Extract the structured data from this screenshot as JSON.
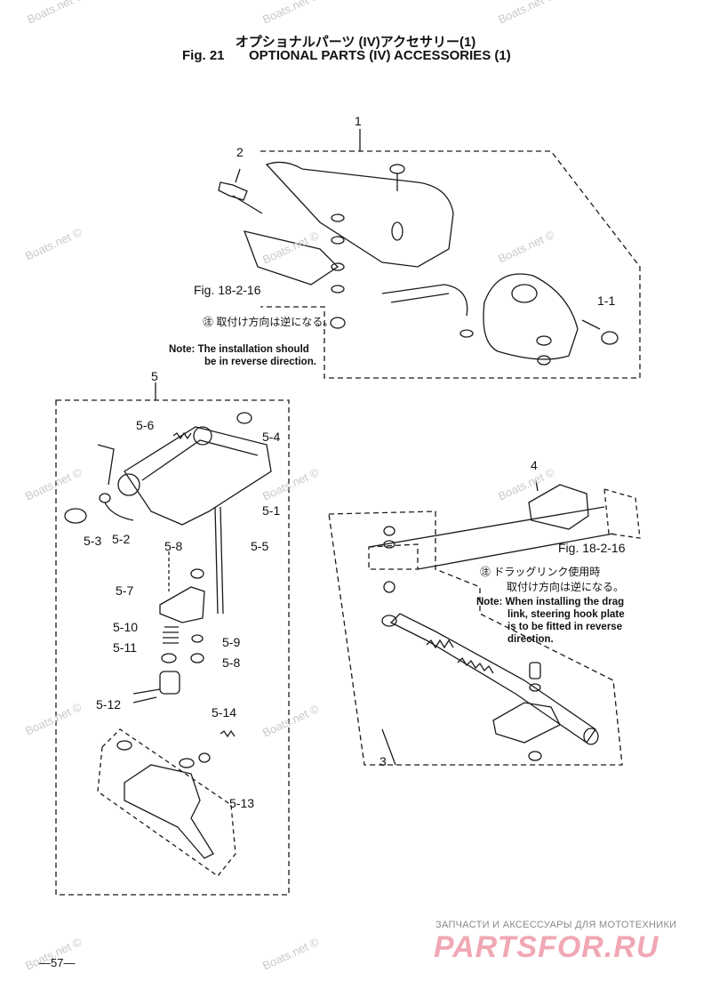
{
  "header": {
    "title_jp": "オプショナルパーツ (IV)アクセサリー(1)",
    "fig_number": "Fig. 21",
    "fig_title": "OPTIONAL PARTS (IV) ACCESSORIES (1)"
  },
  "callouts": {
    "c1": "1",
    "c2": "2",
    "c1_1": "1-1",
    "c3": "3",
    "c4": "4",
    "c5": "5",
    "c5_1": "5-1",
    "c5_2": "5-2",
    "c5_3": "5-3",
    "c5_4": "5-4",
    "c5_5": "5-5",
    "c5_6": "5-6",
    "c5_7": "5-7",
    "c5_8a": "5-8",
    "c5_8b": "5-8",
    "c5_9": "5-9",
    "c5_10": "5-10",
    "c5_11": "5-11",
    "c5_12": "5-12",
    "c5_13": "5-13",
    "c5_14": "5-14"
  },
  "refs": {
    "fig_ref_1": "Fig. 18-2-16",
    "fig_ref_2": "Fig. 18-2-16"
  },
  "notes": {
    "note1_jp": "㊟ 取付け方向は逆になる。",
    "note1_en_1": "Note: The installation should",
    "note1_en_2": "be in reverse direction.",
    "note2_jp_1": "㊟ ドラッグリンク使用時",
    "note2_jp_2": "取付け方向は逆になる。",
    "note2_en_1": "Note: When installing the drag",
    "note2_en_2": "link, steering hook plate",
    "note2_en_3": "is to be fitted in reverse",
    "note2_en_4": "direction."
  },
  "watermark": "Boats.net ©",
  "footer": {
    "page_number": "—57—",
    "brand_tagline": "ЗАПЧАСТИ И АКСЕССУАРЫ ДЛЯ МОТОТЕХНИКИ",
    "brand_name": "PARTSFOR.RU"
  },
  "colors": {
    "line": "#1a1a1a",
    "watermark": "#c9c9c9",
    "brand": "#f0a8b4"
  }
}
